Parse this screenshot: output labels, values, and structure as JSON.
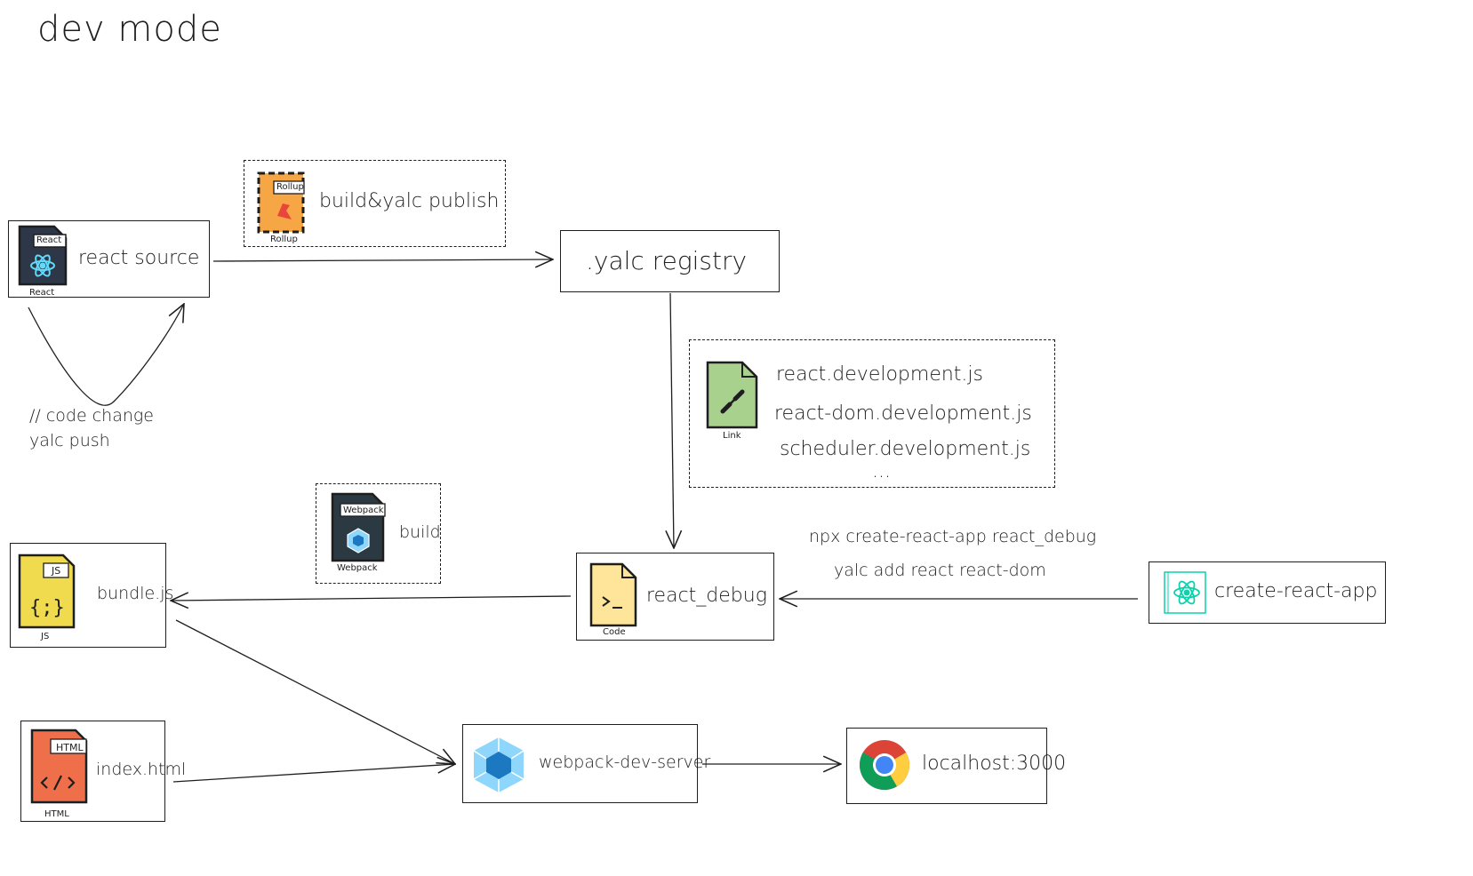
{
  "title": "dev mode",
  "nodes": {
    "react_source": {
      "label": "react source",
      "icon_name": "react-file-icon",
      "icon_tag": "React",
      "icon_caption": "React"
    },
    "yalc_registry": {
      "label": ".yalc registry"
    },
    "react_debug": {
      "label": "react_debug",
      "icon_name": "code-file-icon",
      "icon_caption": "Code"
    },
    "create_react_app": {
      "label": "create-react-app",
      "icon_name": "react-logo-icon"
    },
    "bundle_js": {
      "label": "bundle.js",
      "icon_name": "js-file-icon",
      "icon_tag": "JS",
      "icon_caption": "JS"
    },
    "index_html": {
      "label": "index.html",
      "icon_name": "html-file-icon",
      "icon_tag": "HTML",
      "icon_caption": "HTML"
    },
    "webpack_dev_server": {
      "label": "webpack-dev-server",
      "icon_name": "webpack-cube-icon"
    },
    "localhost": {
      "label": "localhost:3000",
      "icon_name": "chrome-icon"
    }
  },
  "groups": {
    "rollup": {
      "label": "build&yalc publish",
      "icon_name": "rollup-file-icon",
      "icon_tag": "Rollup",
      "icon_caption": "Rollup"
    },
    "files": {
      "icon_name": "link-file-icon",
      "icon_caption": "Link",
      "items": [
        "react.development.js",
        "react-dom.development.js",
        "scheduler.development.js",
        "..."
      ]
    },
    "webpack": {
      "label": "build",
      "icon_name": "webpack-file-icon",
      "icon_tag": "Webpack",
      "icon_caption": "Webpack"
    }
  },
  "annotations": {
    "code_change": "// code change",
    "yalc_push": "yalc push",
    "npx_cmd": "npx create-react-app react_debug",
    "yalc_add": "yalc add react react-dom"
  },
  "colors": {
    "stroke": "#1e1e1e",
    "react_blue": "#61dafb",
    "rollup_orange": "#f7a645",
    "rollup_red": "#e8463a",
    "link_green": "#a9d18e",
    "code_yellow": "#ffe599",
    "js_yellow": "#f0db4f",
    "html_orange": "#f06f4b",
    "webpack_dark": "#2b3a42",
    "webpack_blue": "#8ed6fb",
    "cra_teal": "#09d3ac"
  }
}
